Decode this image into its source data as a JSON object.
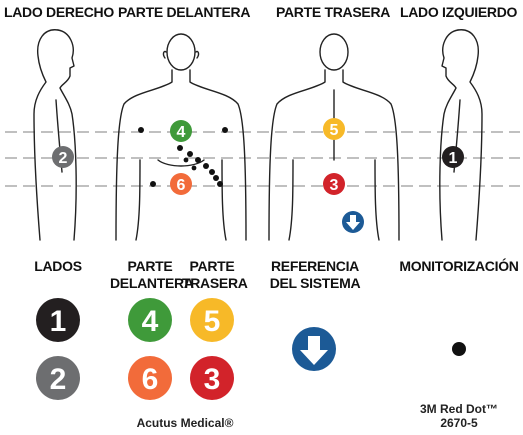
{
  "views": {
    "right_side": "LADO DERECHO",
    "front": "PARTE DELANTERA",
    "back": "PARTE TRASERA",
    "left_side": "LADO IZQUIERDO"
  },
  "legend": {
    "sides": "LADOS",
    "front_line1": "PARTE",
    "front_line2": "DELANTERA",
    "back_line1": "PARTE",
    "back_line2": "TRASERA",
    "system_ref_line1": "REFERENCIA",
    "system_ref_line2": "DEL SISTEMA",
    "monitoring": "MONITORIZACIÓN"
  },
  "electrodes": {
    "e1": {
      "label": "1",
      "color": "#231f20"
    },
    "e2": {
      "label": "2",
      "color": "#6d6e70"
    },
    "e3": {
      "label": "3",
      "color": "#d2232a"
    },
    "e4": {
      "label": "4",
      "color": "#3f9a3a"
    },
    "e5": {
      "label": "5",
      "color": "#f7b928"
    },
    "e6": {
      "label": "6",
      "color": "#f26b3a"
    },
    "ref": {
      "icon": "down-arrow-icon",
      "color": "#1c5a96"
    }
  },
  "brands": {
    "acutus": "Acutus Medical®",
    "red_dot_line1": "3M Red Dot™",
    "red_dot_line2": "2670-5"
  }
}
